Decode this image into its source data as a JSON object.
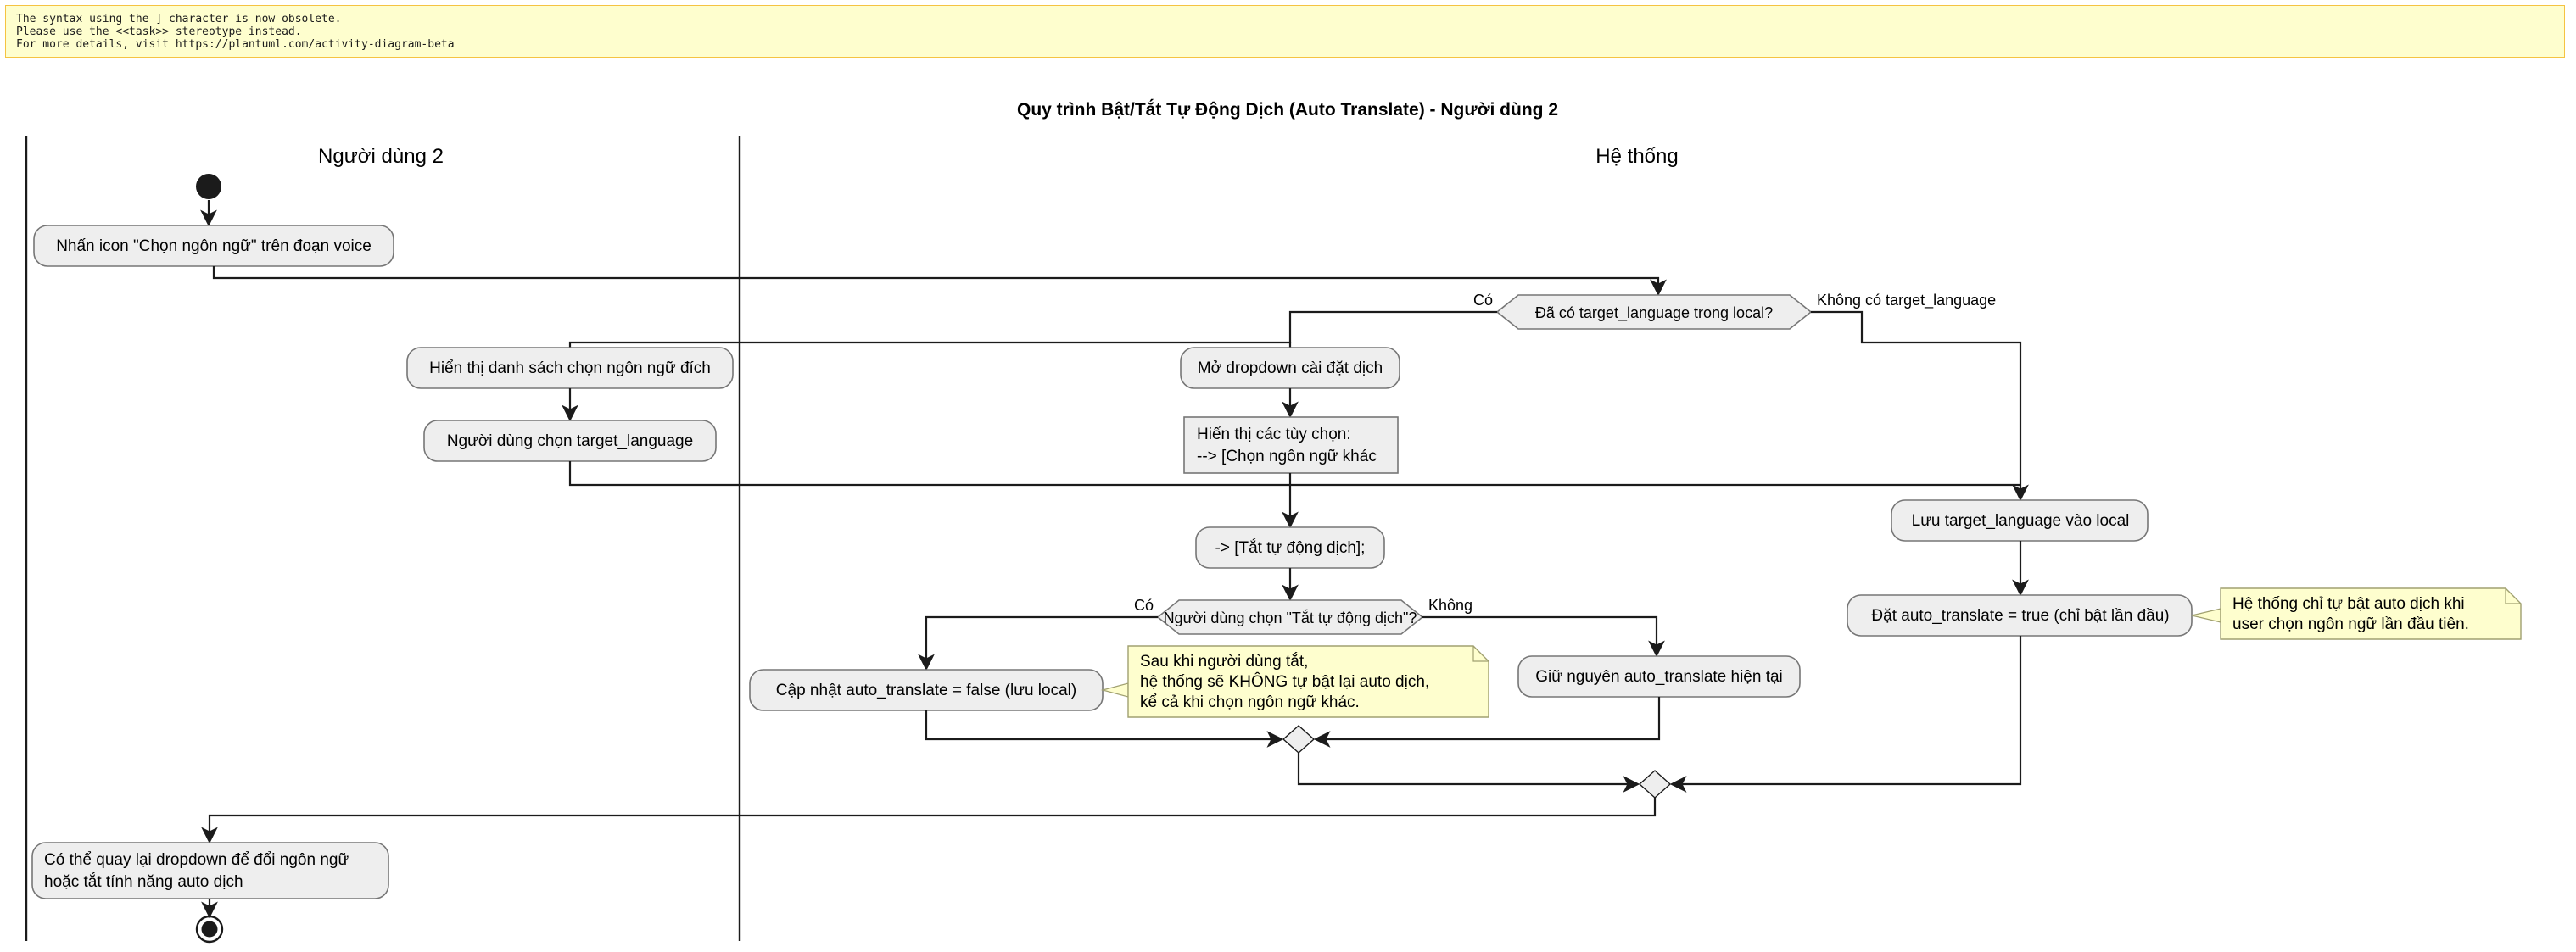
{
  "warning": {
    "name": "plantuml-syntax-warning",
    "lines": [
      "The syntax using the ] character is now obsolete.",
      "Please use the <<task>> stereotype instead.",
      "For more details, visit https://plantuml.com/activity-diagram-beta"
    ],
    "background": "#FEFECE",
    "border": "#F5C342"
  },
  "diagram": {
    "title": "Quy trình Bật/Tắt Tự Động Dịch (Auto Translate) - Người dùng 2",
    "type": "activity-diagram",
    "swimlanes": [
      {
        "id": "user",
        "label": "Người dùng 2"
      },
      {
        "id": "system",
        "label": "Hệ thống"
      }
    ],
    "nodes": {
      "start": {
        "kind": "start-node",
        "lane": "user"
      },
      "end": {
        "kind": "end-node",
        "lane": "user"
      },
      "a1": {
        "kind": "activity",
        "lane": "user",
        "label": "Nhấn icon \"Chọn ngôn ngữ\" trên đoạn voice"
      },
      "d1": {
        "kind": "decision",
        "lane": "system",
        "label": "Đã có target_language trong local?"
      },
      "d1_yes": {
        "kind": "edge-label",
        "label": "Có"
      },
      "d1_no": {
        "kind": "edge-label",
        "label": "Không có target_language"
      },
      "a2": {
        "kind": "activity",
        "lane": "user",
        "label": "Hiển thị danh sách chọn ngôn ngữ đích"
      },
      "a3": {
        "kind": "activity",
        "lane": "user",
        "label": "Người dùng chọn target_language"
      },
      "a4": {
        "kind": "activity",
        "lane": "system",
        "label": "Mở dropdown cài đặt dịch"
      },
      "t1": {
        "kind": "task",
        "lane": "system",
        "label_line1": "Hiển thị các tùy chọn:",
        "label_line2": "--> [Chọn ngôn ngữ khác"
      },
      "a5": {
        "kind": "activity",
        "lane": "system",
        "label": "-> [Tắt tự động dịch];"
      },
      "d2": {
        "kind": "decision",
        "lane": "system",
        "label": "Người dùng chọn \"Tắt tự động dịch\"?"
      },
      "d2_yes": {
        "kind": "edge-label",
        "label": "Có"
      },
      "d2_no": {
        "kind": "edge-label",
        "label": "Không"
      },
      "a6": {
        "kind": "activity",
        "lane": "system",
        "label": "Cập nhật auto_translate = false (lưu local)"
      },
      "a7": {
        "kind": "activity",
        "lane": "system",
        "label": "Giữ nguyên auto_translate hiện tại"
      },
      "a8": {
        "kind": "activity",
        "lane": "system",
        "label": "Lưu target_language vào local"
      },
      "a9": {
        "kind": "activity",
        "lane": "system",
        "label": "Đặt auto_translate = true (chỉ bật lần đầu)"
      },
      "a10": {
        "kind": "activity",
        "lane": "user",
        "label_line1": "Có thể quay lại dropdown để đổi ngôn ngữ",
        "label_line2": "hoặc tắt tính năng auto dịch"
      },
      "m1": {
        "kind": "merge",
        "lane": "system"
      },
      "m2": {
        "kind": "merge",
        "lane": "system"
      }
    },
    "notes": [
      {
        "id": "note1",
        "attached_to": "a6",
        "lines": [
          "Sau khi người dùng tắt,",
          "hệ thống sẽ KHÔNG tự bật lại auto dịch,",
          "kể cả khi chọn ngôn ngữ khác."
        ]
      },
      {
        "id": "note2",
        "attached_to": "a9",
        "lines": [
          "Hệ thống chỉ tự bật auto dịch khi",
          "user chọn ngôn ngữ lần đầu tiên."
        ]
      }
    ],
    "colors": {
      "activity_fill": "#EEEEEE",
      "activity_stroke": "#767676",
      "note_fill": "#FEFECE",
      "note_stroke": "#A0A070",
      "line": "#1b1b1b",
      "background": "#FFFFFF"
    }
  }
}
